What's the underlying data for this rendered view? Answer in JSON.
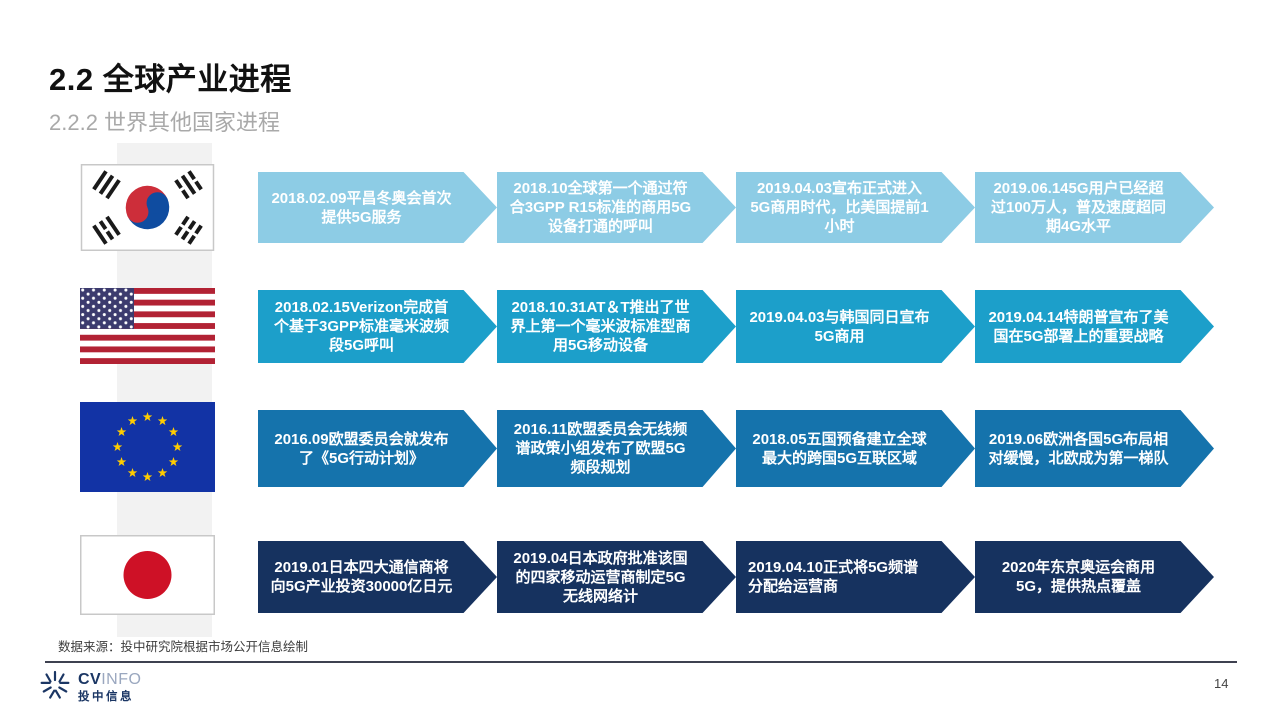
{
  "slide": {
    "title": "2.2 全球产业进程",
    "subtitle": "2.2.2 世界其他国家进程",
    "source_note": "数据来源：投中研究院根据市场公开信息绘制",
    "page_number": "14"
  },
  "logo": {
    "brand_primary": "CV",
    "brand_secondary": "INFO",
    "brand_cn": "投中信息"
  },
  "colors": {
    "row_korea": "#8DCCE5",
    "row_usa": "#1C9FCA",
    "row_eu": "#1573AC",
    "row_japan": "#16325F",
    "accent_navy": "#1B3664"
  },
  "timeline": {
    "rows": [
      {
        "country": "South Korea",
        "items": [
          "2018.02.09平昌冬奥会首次提供5G服务",
          "2018.10全球第一个通过符合3GPP R15标准的商用5G设备打通的呼叫",
          "2019.04.03宣布正式进入5G商用时代，比美国提前1小时",
          "2019.06.145G用户已经超过100万人，普及速度超同期4G水平"
        ]
      },
      {
        "country": "United States",
        "items": [
          "2018.02.15Verizon完成首个基于3GPP标准毫米波频段5G呼叫",
          "2018.10.31AT＆T推出了世界上第一个毫米波标准型商用5G移动设备",
          "2019.04.03与韩国同日宣布5G商用",
          "2019.04.14特朗普宣布了美国在5G部署上的重要战略"
        ]
      },
      {
        "country": "European Union",
        "items": [
          "2016.09欧盟委员会就发布了《5G行动计划》",
          "2016.11欧盟委员会无线频谱政策小组发布了欧盟5G频段规划",
          "2018.05五国预备建立全球最大的跨国5G互联区域",
          "2019.06欧洲各国5G布局相对缓慢，北欧成为第一梯队"
        ]
      },
      {
        "country": "Japan",
        "items": [
          "2019.01日本四大通信商将向5G产业投资30000亿日元",
          "2019.04日本政府批准该国的四家移动运营商制定5G无线网络计",
          "2019.04.10正式将5G频谱分配给运营商",
          "2020年东京奥运会商用5G，提供热点覆盖"
        ]
      }
    ]
  }
}
